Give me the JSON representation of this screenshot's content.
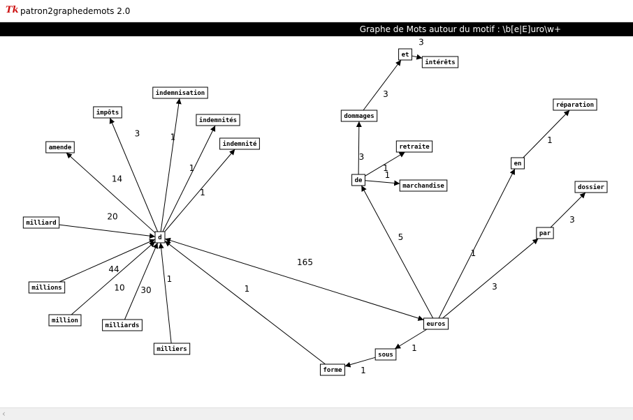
{
  "window": {
    "title": "patron2graphedemots 2.0",
    "icon": "tk-feather-icon"
  },
  "header": {
    "text": "Graphe de Mots autour du motif : \\b[e|E]uro\\w+"
  },
  "scrollbar": {
    "left_arrow": "‹"
  },
  "graph": {
    "nodes": [
      {
        "id": "d",
        "label": "d"
      },
      {
        "id": "euros",
        "label": "euros"
      },
      {
        "id": "de",
        "label": "de"
      },
      {
        "id": "dommages",
        "label": "dommages"
      },
      {
        "id": "et",
        "label": "et"
      },
      {
        "id": "interets",
        "label": "intérêts"
      },
      {
        "id": "retraite",
        "label": "retraite"
      },
      {
        "id": "marchandise",
        "label": "marchandise"
      },
      {
        "id": "en",
        "label": "en"
      },
      {
        "id": "reparation",
        "label": "réparation"
      },
      {
        "id": "par",
        "label": "par"
      },
      {
        "id": "dossier",
        "label": "dossier"
      },
      {
        "id": "sous",
        "label": "sous"
      },
      {
        "id": "forme",
        "label": "forme"
      },
      {
        "id": "indemnisation",
        "label": "indemnisation"
      },
      {
        "id": "impots",
        "label": "impôts"
      },
      {
        "id": "indemnites",
        "label": "indemnités"
      },
      {
        "id": "indemnite",
        "label": "indemnité"
      },
      {
        "id": "amende",
        "label": "amende"
      },
      {
        "id": "milliard",
        "label": "milliard"
      },
      {
        "id": "millions",
        "label": "millions"
      },
      {
        "id": "million",
        "label": "million"
      },
      {
        "id": "milliards",
        "label": "milliards"
      },
      {
        "id": "milliers",
        "label": "milliers"
      }
    ],
    "edges": [
      {
        "from": "d",
        "to": "indemnisation",
        "label": "1"
      },
      {
        "from": "d",
        "to": "impots",
        "label": "3"
      },
      {
        "from": "d",
        "to": "indemnites",
        "label": "1"
      },
      {
        "from": "d",
        "to": "indemnite",
        "label": "1"
      },
      {
        "from": "d",
        "to": "amende",
        "label": "14"
      },
      {
        "from": "milliard",
        "to": "d",
        "label": "20"
      },
      {
        "from": "millions",
        "to": "d",
        "label": "44"
      },
      {
        "from": "million",
        "to": "d",
        "label": "10"
      },
      {
        "from": "milliards",
        "to": "d",
        "label": "30"
      },
      {
        "from": "milliers",
        "to": "d",
        "label": "1"
      },
      {
        "from": "euros",
        "to": "d",
        "label": "165",
        "bidirectional": true
      },
      {
        "from": "forme",
        "to": "d",
        "label": "1"
      },
      {
        "from": "euros",
        "to": "de",
        "label": "5"
      },
      {
        "from": "de",
        "to": "dommages",
        "label": "3"
      },
      {
        "from": "dommages",
        "to": "et",
        "label": "3"
      },
      {
        "from": "et",
        "to": "interets",
        "label": "3"
      },
      {
        "from": "de",
        "to": "retraite",
        "label": "1"
      },
      {
        "from": "de",
        "to": "marchandise",
        "label": "1"
      },
      {
        "from": "euros",
        "to": "en",
        "label": "1"
      },
      {
        "from": "en",
        "to": "reparation",
        "label": "1"
      },
      {
        "from": "euros",
        "to": "par",
        "label": "3"
      },
      {
        "from": "par",
        "to": "dossier",
        "label": "3"
      },
      {
        "from": "euros",
        "to": "sous",
        "label": "1"
      },
      {
        "from": "sous",
        "to": "forme",
        "label": "1"
      }
    ]
  }
}
